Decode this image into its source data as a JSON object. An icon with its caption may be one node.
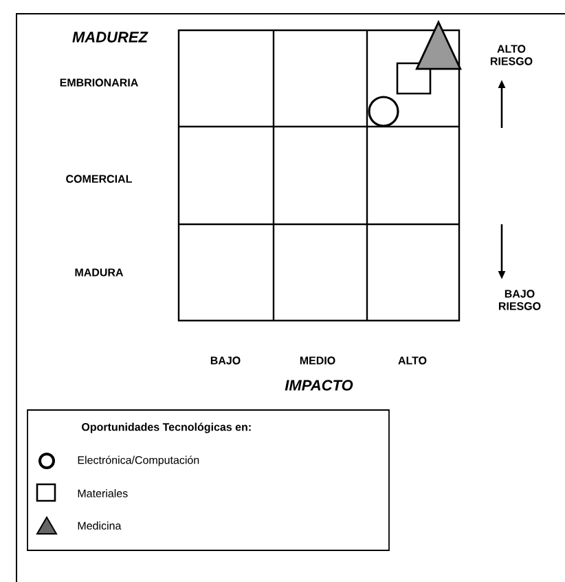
{
  "diagram": {
    "nodes": [
      {
        "text": [],
        "shape": "circle"
      },
      {
        "text": [],
        "shape": "box"
      },
      {
        "text": [],
        "shape": "triangle"
      }
    ],
    "edges": [],
    "labels": [
      "MADUREZ",
      "EMBRIONARIA",
      "ALTO RIESGO",
      "COMERCIAL",
      "MADURA",
      "BAJO RIESGO",
      "BAJO",
      "MEDIO",
      "ALTO",
      "IMPACTO",
      "Oportunidades Tecnológicas en:"
    ],
    "legend": [
      {
        "text": "Electrónica/Computación"
      },
      {
        "text": "Materiales"
      },
      {
        "text": "Medicina"
      }
    ]
  }
}
